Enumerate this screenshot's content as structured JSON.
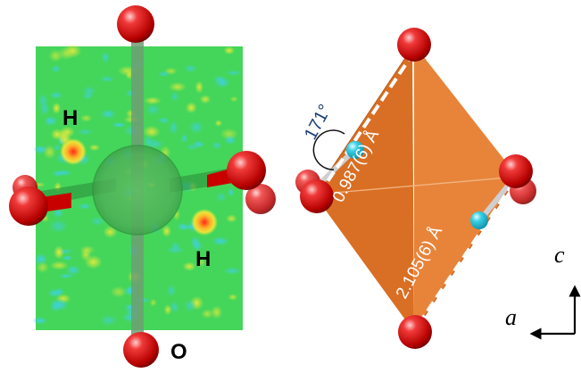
{
  "left_panel": {
    "label_h_top": "H",
    "label_h_bottom": "H",
    "label_o": "O",
    "colors": {
      "map_green": "#3fd94f",
      "map_cyan": "#34d3e6",
      "map_yellow": "#e9e53a",
      "map_red": "#ee3b2b",
      "oxygen": "#d40000",
      "bond": "#7c9a7c"
    }
  },
  "right_panel": {
    "angle_label": "171°",
    "bond_short_label": "0.987(6) Å",
    "bond_long_label": "2.105(6) Å",
    "colors": {
      "octahedron": "#e07a2c",
      "hydrogen": "#2fc6dd",
      "oxygen": "#d40000",
      "angle_text": "#1f3f7a"
    }
  },
  "axes": {
    "vertical_label": "c",
    "horizontal_label": "a"
  }
}
